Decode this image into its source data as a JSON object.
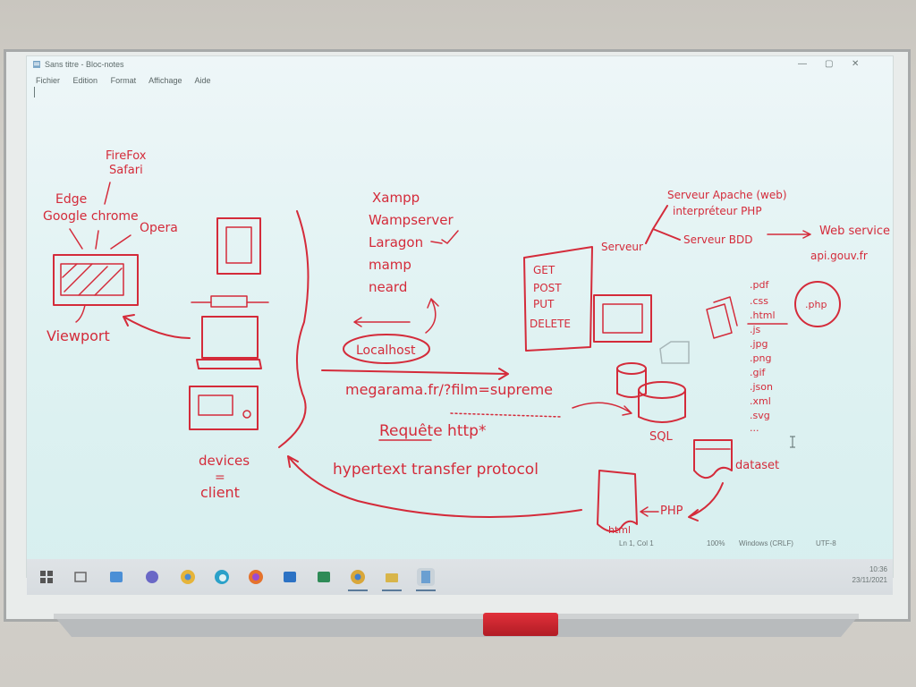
{
  "window": {
    "title": "Sans titre - Bloc-notes",
    "menu": [
      "Fichier",
      "Edition",
      "Format",
      "Affichage",
      "Aide"
    ],
    "controls": {
      "minimize": "—",
      "maximize": "▢",
      "close": "✕"
    }
  },
  "statusbar": {
    "position": "Ln 1, Col 1",
    "zoom": "100%",
    "line_ending": "Windows (CRLF)",
    "encoding": "UTF-8"
  },
  "taskbar": {
    "icons": [
      "windows-start-icon",
      "task-view-icon",
      "file-explorer-icon",
      "teams-icon",
      "chrome-icon",
      "edge-icon",
      "firefox-icon",
      "outlook-icon",
      "excel-icon",
      "chrome-icon",
      "folder-icon",
      "notepad-icon"
    ],
    "time": "10:36",
    "date": "23/11/2021"
  },
  "whiteboard": {
    "browsers": {
      "firefox": "FireFox",
      "safari": "Safari",
      "edge": "Edge",
      "chrome": "Google chrome",
      "opera": "Opera",
      "viewport": "Viewport"
    },
    "devices": {
      "label": "devices",
      "equals": "=",
      "client": "client"
    },
    "local_servers": [
      "Xampp",
      "Wampserver",
      "Laragon",
      "mamp",
      "neard"
    ],
    "localhost": "Localhost",
    "url": "megarama.fr/?film=supreme",
    "request": "Requête http*",
    "protocol": "hypertext transfer protocol",
    "methods": [
      "GET",
      "POST",
      "PUT",
      "DELETE"
    ],
    "server": {
      "label": "Serveur",
      "apache": "Serveur Apache (web)",
      "php_interpreter": "interpréteur PHP",
      "bdd": "Serveur BDD",
      "web_service": "Web service",
      "api": "api.gouv.fr"
    },
    "extensions": [
      ".pdf",
      ".css",
      ".html",
      ".js",
      ".jpg",
      ".png",
      ".gif",
      ".json",
      ".xml",
      ".svg",
      "..."
    ],
    "php_circle": ".php",
    "sql": "SQL",
    "dataset": "dataset",
    "php": "PHP",
    "html": "html"
  }
}
